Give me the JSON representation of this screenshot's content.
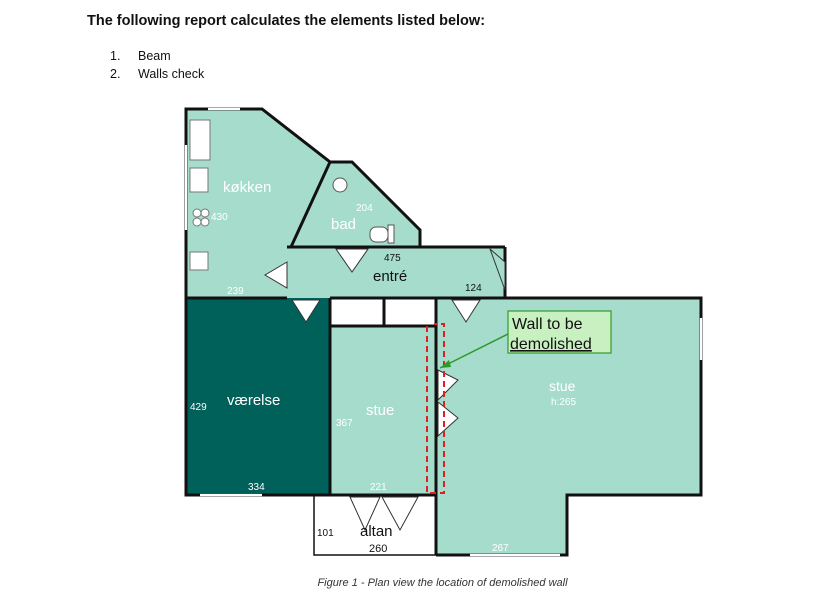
{
  "heading": "The following report calculates the elements listed below:",
  "list": [
    {
      "num": "1.",
      "text": "Beam"
    },
    {
      "num": "2.",
      "text": "Walls check"
    }
  ],
  "plan": {
    "rooms": {
      "kokken": "køkken",
      "bad": "bad",
      "entre": "entré",
      "vaerelse": "værelse",
      "stue_small": "stue",
      "stue_large": "stue",
      "stue_large_height": "h:265",
      "altan": "altan"
    },
    "dims": {
      "d430": "430",
      "d239": "239",
      "d204": "204",
      "d475": "475",
      "d124": "124",
      "d429": "429",
      "d334": "334",
      "d367": "367",
      "d221": "221",
      "d101": "101",
      "d260": "260",
      "d267": "267"
    },
    "callout_line1": "Wall to be",
    "callout_line2": "demolished"
  },
  "caption": "Figure 1 - Plan view the location of demolished wall",
  "colors": {
    "room_light": "#a6dccc",
    "room_dark": "#00615a",
    "wall": "#111111",
    "demolish": "#e02020",
    "callout_border": "#2e9a2e",
    "callout_bg": "#c8f0c0"
  }
}
